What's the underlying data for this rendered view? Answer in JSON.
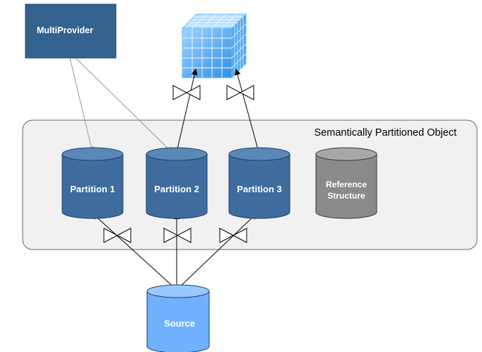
{
  "container": {
    "title": "Semantically Partitioned Object"
  },
  "multiprovider": {
    "label": "MultiProvider"
  },
  "partitions": [
    {
      "label": "Partition 1"
    },
    {
      "label": "Partition 2"
    },
    {
      "label": "Partition 3"
    }
  ],
  "reference": {
    "line1": "Reference",
    "line2": "Structure"
  },
  "source": {
    "label": "Source"
  },
  "cube": {
    "icon": "infocube-icon"
  },
  "valve": {
    "icon": "bowtie-valve-icon"
  },
  "colors": {
    "partition_fill": "#3e6c9e",
    "partition_top": "#5a88b8",
    "multiprovider_fill": "#33628f",
    "reference_fill": "#8a8a8a",
    "source_fill": "#6fb1ff",
    "container_fill": "#f1f1f1",
    "cube_fill": "#3aa0ee"
  }
}
